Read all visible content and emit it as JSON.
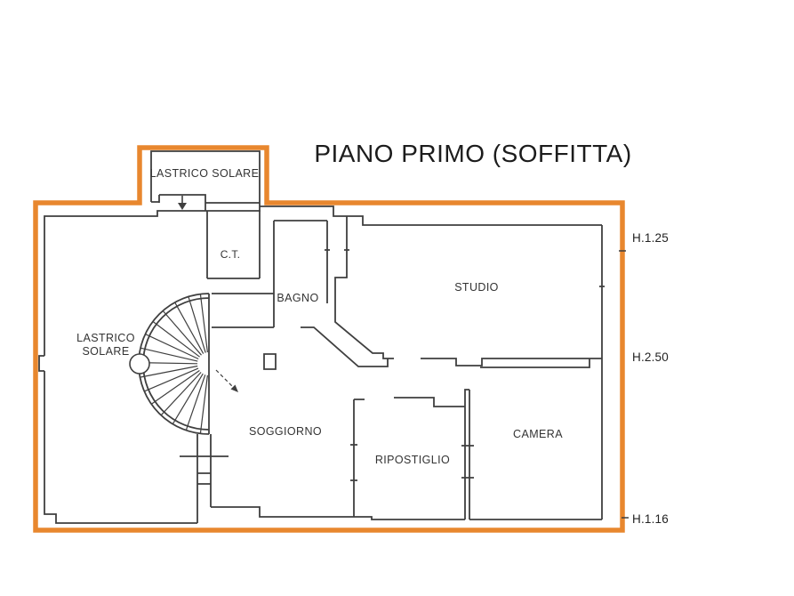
{
  "plan": {
    "title": "PIANO PRIMO (SOFFITTA)",
    "rooms": {
      "lastrico_solare_top": {
        "label": "LASTRICO SOLARE"
      },
      "ct": {
        "label": "C.T."
      },
      "bagno": {
        "label": "BAGNO"
      },
      "studio": {
        "label": "STUDIO"
      },
      "lastrico_solare_left": {
        "line1": "LASTRICO",
        "line2": "SOLARE"
      },
      "soggiorno": {
        "label": "SOGGIORNO"
      },
      "ripostiglio": {
        "label": "RIPOSTIGLIO"
      },
      "camera": {
        "label": "CAMERA"
      }
    },
    "height_annotations": {
      "upper": {
        "label": "H.1.25"
      },
      "middle": {
        "label": "H.2.50"
      },
      "lower": {
        "label": "H.1.16"
      }
    },
    "colors": {
      "outline_orange": "#E8872E",
      "wall_black": "#3F3F3F",
      "background": "#FFFFFF"
    }
  }
}
